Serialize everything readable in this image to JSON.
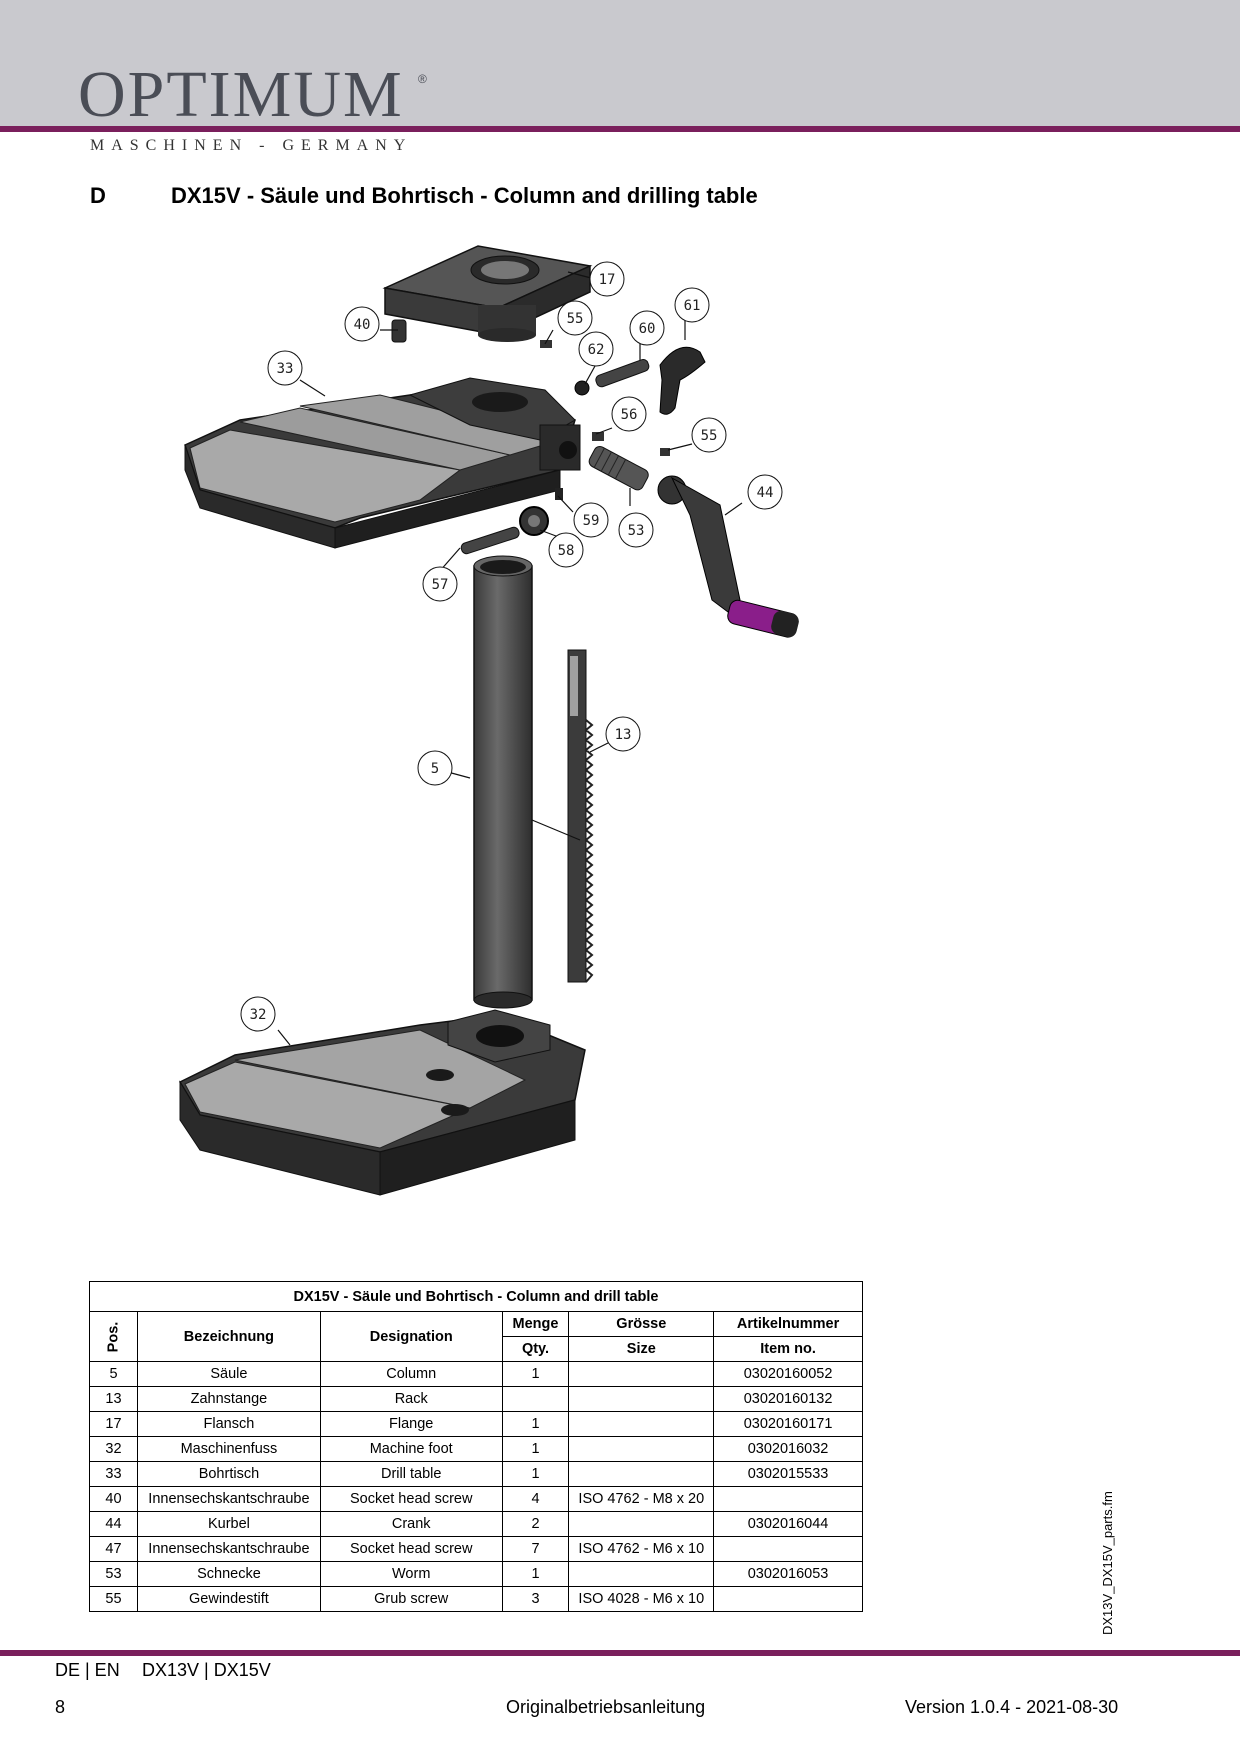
{
  "header": {
    "logo": "OPTIMUM",
    "logo_mark": "®",
    "tagline": "MASCHINEN - GERMANY",
    "brand_color": "#7a1f5c"
  },
  "section": {
    "letter": "D",
    "title": "DX15V - Säule und Bohrtisch - Column and drilling table"
  },
  "diagram": {
    "callouts": [
      "17",
      "40",
      "55",
      "60",
      "61",
      "62",
      "33",
      "56",
      "55",
      "44",
      "59",
      "53",
      "58",
      "57",
      "13",
      "5",
      "32"
    ]
  },
  "table": {
    "caption": "DX15V - Säule und Bohrtisch - Column and drill table",
    "headers": {
      "pos": "Pos.",
      "bezeichnung": "Bezeichnung",
      "designation": "Designation",
      "menge": "Menge",
      "qty": "Qty.",
      "groesse": "Grösse",
      "size": "Size",
      "artikel": "Artikelnummer",
      "item": "Item no."
    },
    "rows": [
      {
        "pos": "5",
        "de": "Säule",
        "en": "Column",
        "qty": "1",
        "size": "",
        "item": "03020160052"
      },
      {
        "pos": "13",
        "de": "Zahnstange",
        "en": "Rack",
        "qty": "",
        "size": "",
        "item": "03020160132"
      },
      {
        "pos": "17",
        "de": "Flansch",
        "en": "Flange",
        "qty": "1",
        "size": "",
        "item": "03020160171"
      },
      {
        "pos": "32",
        "de": "Maschinenfuss",
        "en": "Machine foot",
        "qty": "1",
        "size": "",
        "item": "0302016032"
      },
      {
        "pos": "33",
        "de": "Bohrtisch",
        "en": "Drill table",
        "qty": "1",
        "size": "",
        "item": "0302015533"
      },
      {
        "pos": "40",
        "de": "Innensechskantschraube",
        "en": "Socket head screw",
        "qty": "4",
        "size": "ISO 4762 - M8 x 20",
        "item": ""
      },
      {
        "pos": "44",
        "de": "Kurbel",
        "en": "Crank",
        "qty": "2",
        "size": "",
        "item": "0302016044"
      },
      {
        "pos": "47",
        "de": "Innensechskantschraube",
        "en": "Socket head screw",
        "qty": "7",
        "size": "ISO 4762 - M6 x 10",
        "item": ""
      },
      {
        "pos": "53",
        "de": "Schnecke",
        "en": "Worm",
        "qty": "1",
        "size": "",
        "item": "0302016053"
      },
      {
        "pos": "55",
        "de": "Gewindestift",
        "en": "Grub screw",
        "qty": "3",
        "size": "ISO 4028 - M6 x 10",
        "item": ""
      }
    ]
  },
  "side_label": "DX13V_DX15V_parts.fm",
  "footer": {
    "lang": "DE | EN",
    "models": "DX13V | DX15V",
    "page": "8",
    "doc": "Originalbetriebsanleitung",
    "version": "Version 1.0.4 - 2021-08-30"
  }
}
